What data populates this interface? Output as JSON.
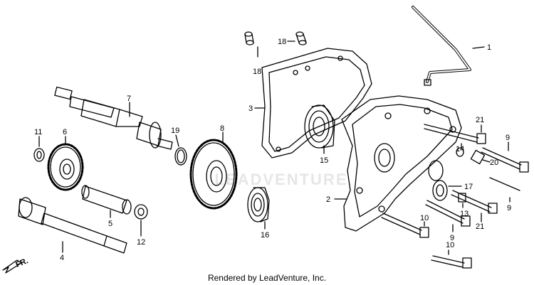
{
  "watermark": "LEADVENTURE",
  "credit": "Rendered by LeadVenture, Inc.",
  "direction_label": "FR.",
  "callouts": {
    "c1": "1",
    "c2": "2",
    "c3": "3",
    "c4": "4",
    "c5": "5",
    "c6": "6",
    "c7": "7",
    "c8": "8",
    "c9a": "9",
    "c9b": "9",
    "c9c": "9",
    "c10a": "10",
    "c10b": "10",
    "c11": "11",
    "c12": "12",
    "c13": "13",
    "c14": "14",
    "c15": "15",
    "c16": "16",
    "c17": "17",
    "c18a": "18",
    "c18b": "18",
    "c19": "19",
    "c20": "20",
    "c21a": "21",
    "c21b": "21"
  }
}
